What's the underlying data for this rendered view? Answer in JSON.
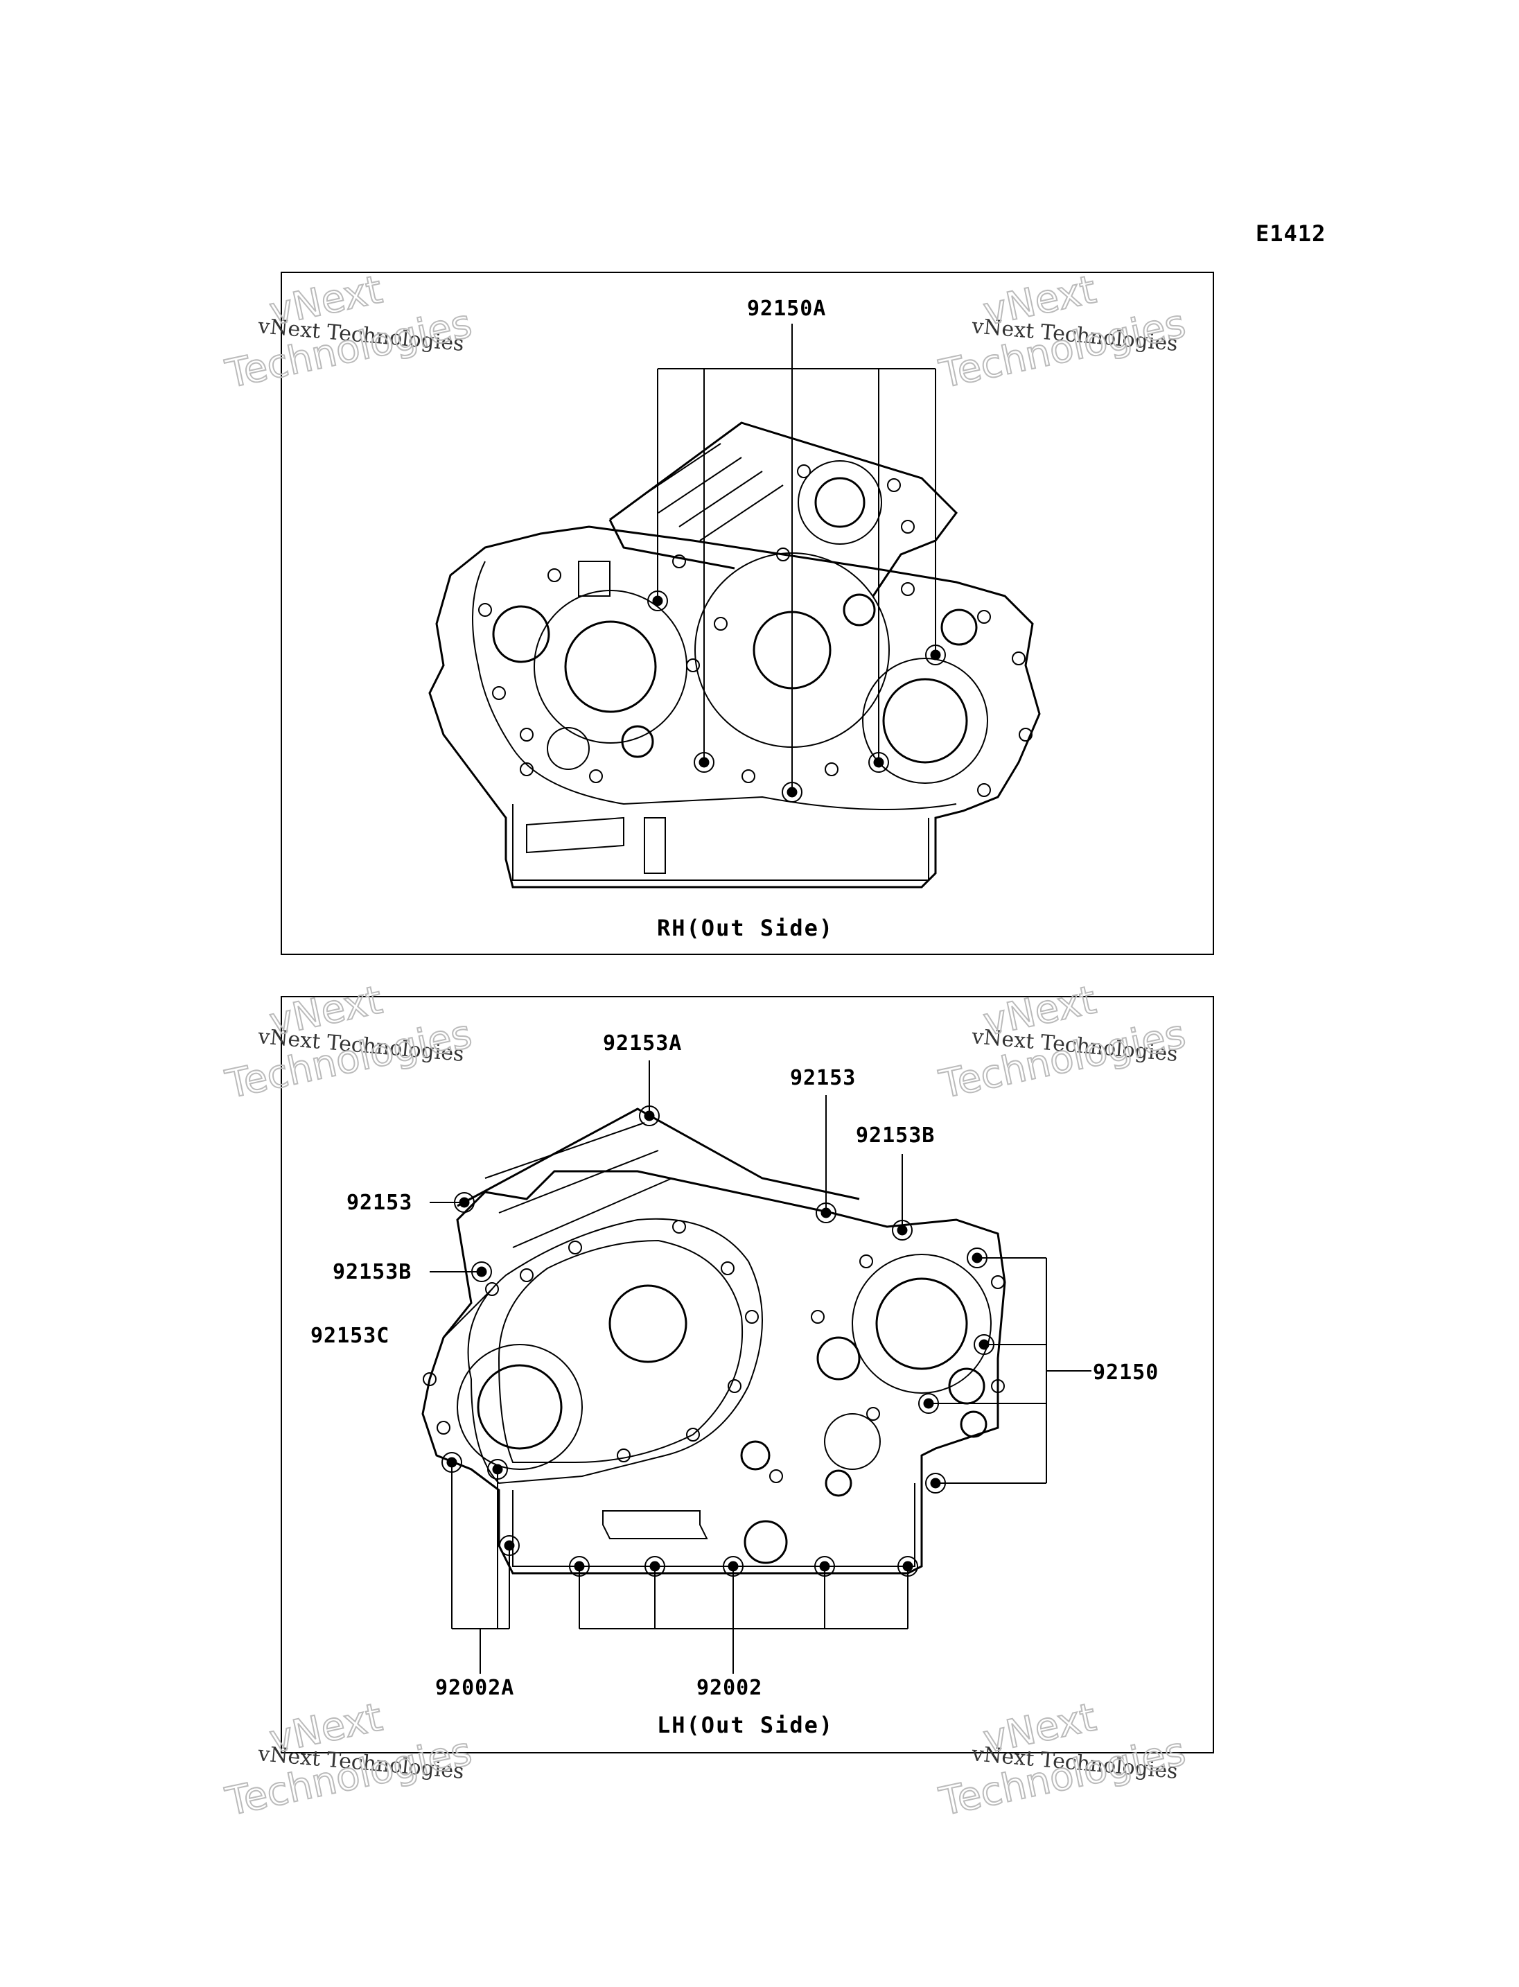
{
  "drawing_code": "E1412",
  "panels": {
    "rh": {
      "caption": "RH(Out Side)",
      "labels": {
        "p92150A": "92150A"
      }
    },
    "lh": {
      "caption": "LH(Out Side)",
      "labels": {
        "p92153A": "92153A",
        "p92153_top": "92153",
        "p92153B_right": "92153B",
        "p92153_left": "92153",
        "p92153B_left": "92153B",
        "p92153C": "92153C",
        "p92150": "92150",
        "p92002A": "92002A",
        "p92002": "92002"
      }
    }
  },
  "watermark": {
    "line1": "vNext",
    "line2": "Technologies",
    "small": "vNext Technologies"
  }
}
